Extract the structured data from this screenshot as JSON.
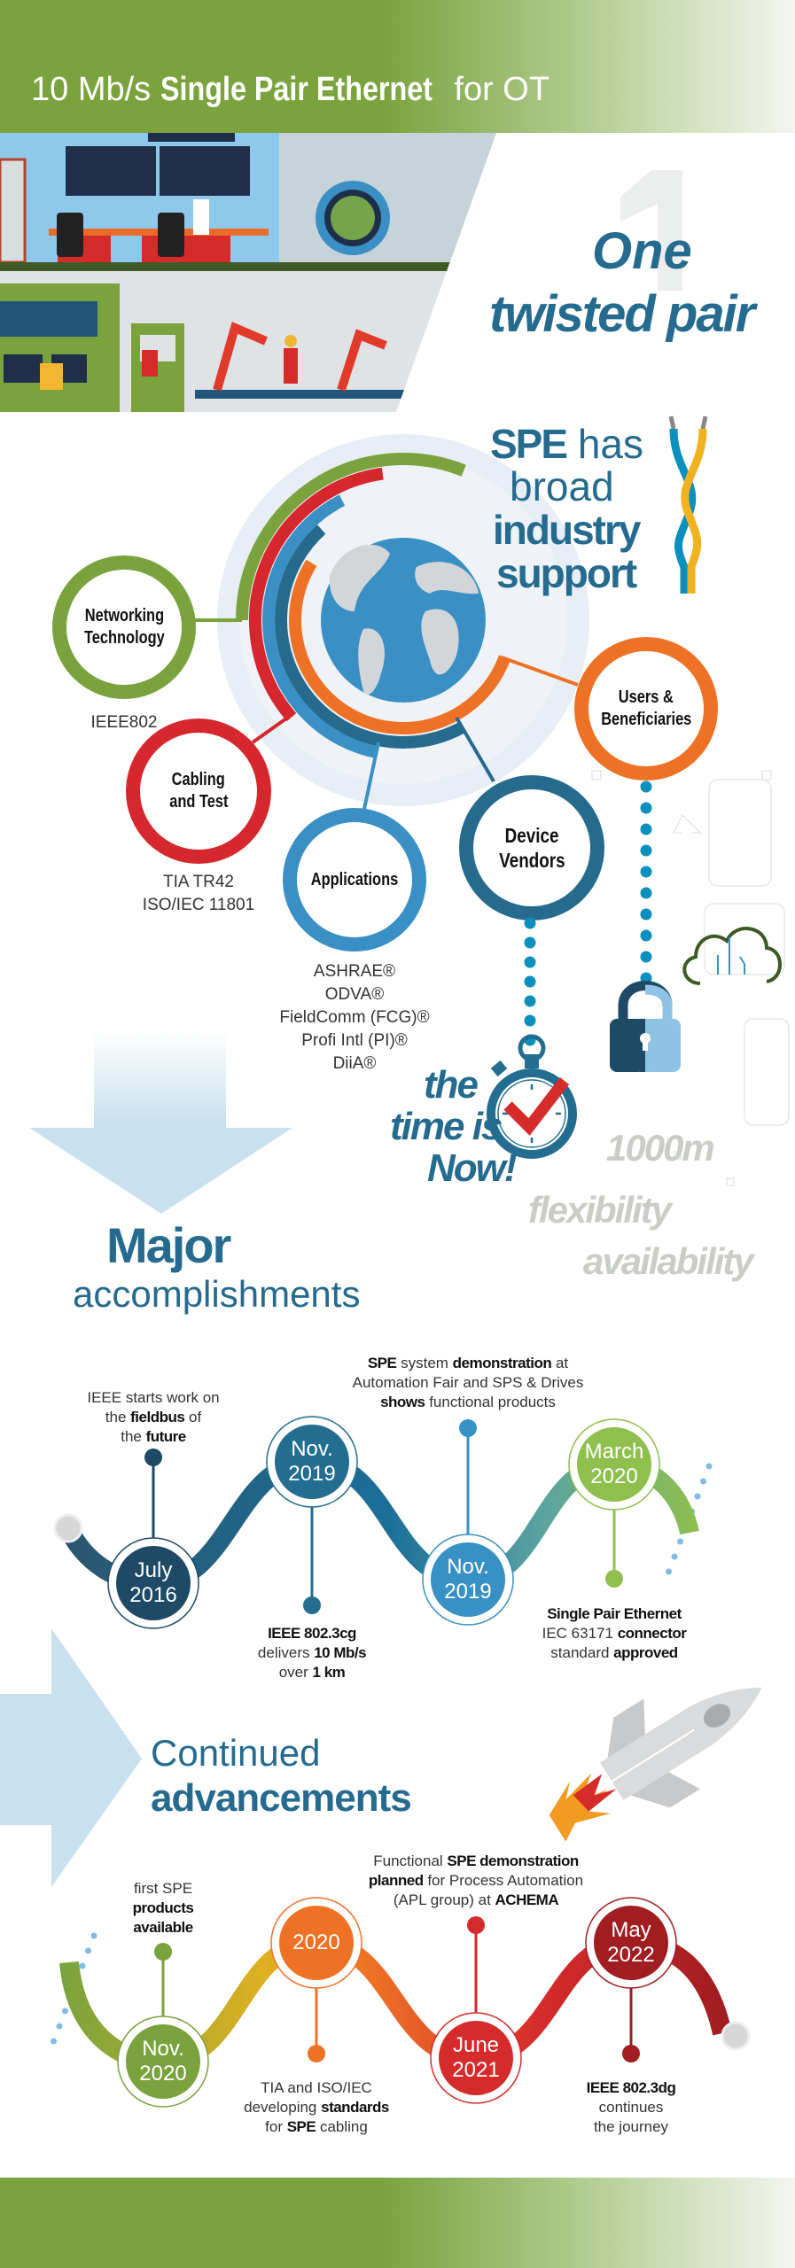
{
  "header": {
    "title_pre": "10 Mb/s",
    "title_bold": "Single Pair Ethernet",
    "title_post": "for OT"
  },
  "hero": {
    "numeral": "1",
    "line1": "One",
    "line2": "twisted pair"
  },
  "support": {
    "spe": "SPE",
    "has": "has",
    "broad": "broad",
    "industry": "industry",
    "support": "support"
  },
  "categories": [
    {
      "id": "networking",
      "label": [
        "Networking",
        "Technology"
      ],
      "details": [
        "IEEE802"
      ],
      "color": "#7aa33e"
    },
    {
      "id": "cabling",
      "label": [
        "Cabling",
        "and Test"
      ],
      "details": [
        "TIA TR42",
        "ISO/IEC 11801"
      ],
      "color": "#d6272e"
    },
    {
      "id": "applications",
      "label": [
        "Applications"
      ],
      "details": [
        "ASHRAE®",
        "ODVA®",
        "FieldComm (FCG)®",
        "Profi Intl (PI)®",
        "DiiA®"
      ],
      "color": "#3a8fc4"
    },
    {
      "id": "device-vendors",
      "label": [
        "Device",
        "Vendors"
      ],
      "details": [],
      "color": "#266b8e"
    },
    {
      "id": "users",
      "label": [
        "Users &",
        "Beneficiaries"
      ],
      "details": [],
      "color": "#ee7226"
    }
  ],
  "time": {
    "line1": "the",
    "line2": "time is",
    "line3": "Now!"
  },
  "benefits": [
    "1000m",
    "flexibility",
    "availability"
  ],
  "section1": {
    "bold": "Major",
    "light": "accomplishments"
  },
  "timeline1": [
    {
      "date": [
        "July",
        "2016"
      ],
      "color": "#1f4a66",
      "desc": [
        [
          {
            "t": "IEEE starts work on"
          }
        ],
        [
          {
            "t": "the "
          },
          {
            "t": "fieldbus",
            "b": true
          },
          {
            "t": " of"
          }
        ],
        [
          {
            "t": "the "
          },
          {
            "t": "future",
            "b": true
          }
        ]
      ]
    },
    {
      "date": [
        "Nov.",
        "2019"
      ],
      "color": "#236d91",
      "desc": [
        [
          {
            "t": "IEEE 802.3cg",
            "b": true
          }
        ],
        [
          {
            "t": "delivers "
          },
          {
            "t": "10 Mb/s",
            "b": true
          }
        ],
        [
          {
            "t": "over "
          },
          {
            "t": "1 km",
            "b": true
          }
        ]
      ]
    },
    {
      "date": [
        "Nov.",
        "2019"
      ],
      "color": "#3891c4",
      "desc": [
        [
          {
            "t": "SPE",
            "b": true
          },
          {
            "t": " system "
          },
          {
            "t": "demonstration",
            "b": true
          },
          {
            "t": " at"
          }
        ],
        [
          {
            "t": "Automation Fair and SPS & Drives"
          }
        ],
        [
          {
            "t": "shows",
            "b": true
          },
          {
            "t": " functional products"
          }
        ]
      ]
    },
    {
      "date": [
        "March",
        "2020"
      ],
      "color": "#8fbf4d",
      "desc": [
        [
          {
            "t": "Single Pair Ethernet",
            "b": true
          }
        ],
        [
          {
            "t": "IEC 63171 "
          },
          {
            "t": "connector",
            "b": true
          }
        ],
        [
          {
            "t": "standard "
          },
          {
            "t": "approved",
            "b": true
          }
        ]
      ]
    }
  ],
  "section2": {
    "light": "Continued",
    "bold": "advancements"
  },
  "timeline2": [
    {
      "date": [
        "Nov.",
        "2020"
      ],
      "color": "#7aa33e",
      "desc": [
        [
          {
            "t": "first SPE"
          }
        ],
        [
          {
            "t": "products",
            "b": true
          }
        ],
        [
          {
            "t": "available",
            "b": true
          }
        ]
      ]
    },
    {
      "date": [
        "2020"
      ],
      "color": "#ee7226",
      "desc": [
        [
          {
            "t": "TIA and ISO/IEC"
          }
        ],
        [
          {
            "t": "developing "
          },
          {
            "t": "standards",
            "b": true
          }
        ],
        [
          {
            "t": "for "
          },
          {
            "t": "SPE",
            "b": true
          },
          {
            "t": " cabling"
          }
        ]
      ]
    },
    {
      "date": [
        "June",
        "2021"
      ],
      "color": "#d62b2b",
      "desc": [
        [
          {
            "t": "Functional "
          },
          {
            "t": "SPE demonstration",
            "b": true
          }
        ],
        [
          {
            "t": "planned",
            "b": true
          },
          {
            "t": " for Process Automation"
          }
        ],
        [
          {
            "t": "(APL group) at "
          },
          {
            "t": "ACHEMA",
            "b": true
          }
        ]
      ]
    },
    {
      "date": [
        "May",
        "2022"
      ],
      "color": "#a01d22",
      "desc": [
        [
          {
            "t": "IEEE 802.3dg",
            "b": true
          }
        ],
        [
          {
            "t": "continues"
          }
        ],
        [
          {
            "t": "the journey"
          }
        ]
      ]
    }
  ],
  "colors": {
    "brand_green": "#7aa33e",
    "headline_blue": "#256b8f",
    "arrow_blue": "#c9e1ee",
    "benefit_gray": "#c9cdc6"
  }
}
